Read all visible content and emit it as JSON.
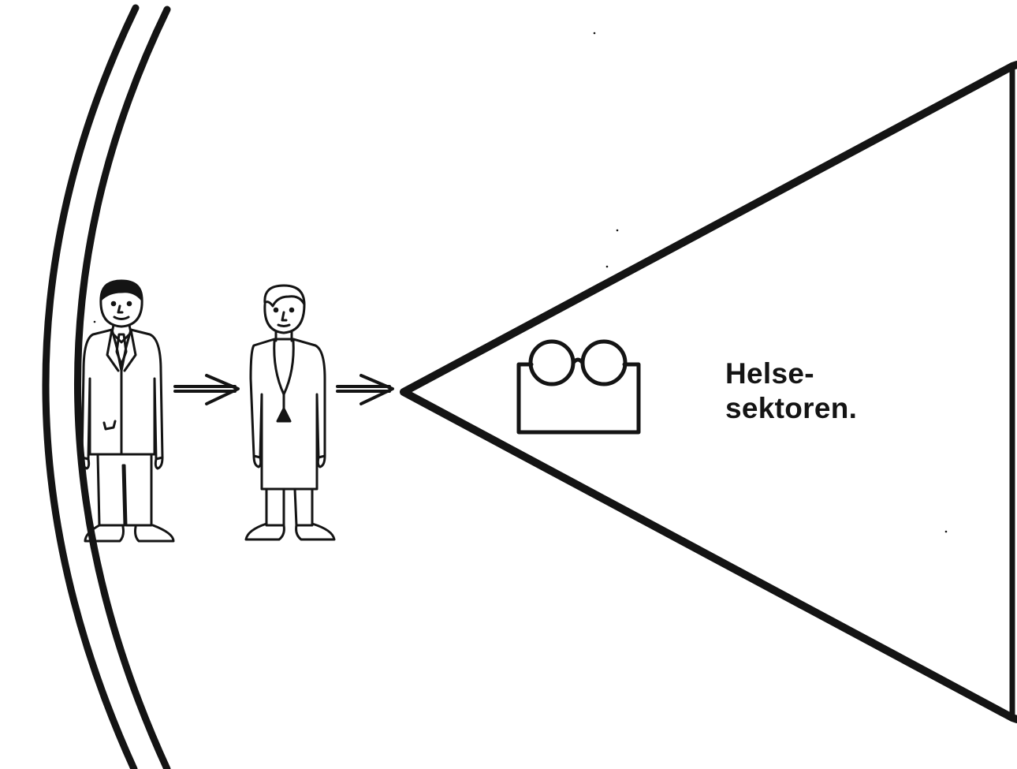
{
  "sector_label": {
    "line1": "Helse-",
    "line2": "sektoren."
  },
  "colors": {
    "ink": "#141414",
    "background": "#ffffff"
  },
  "icons": [
    "businessman-figure",
    "doctor-figure",
    "glasses-icon",
    "arrow-right-icon"
  ]
}
